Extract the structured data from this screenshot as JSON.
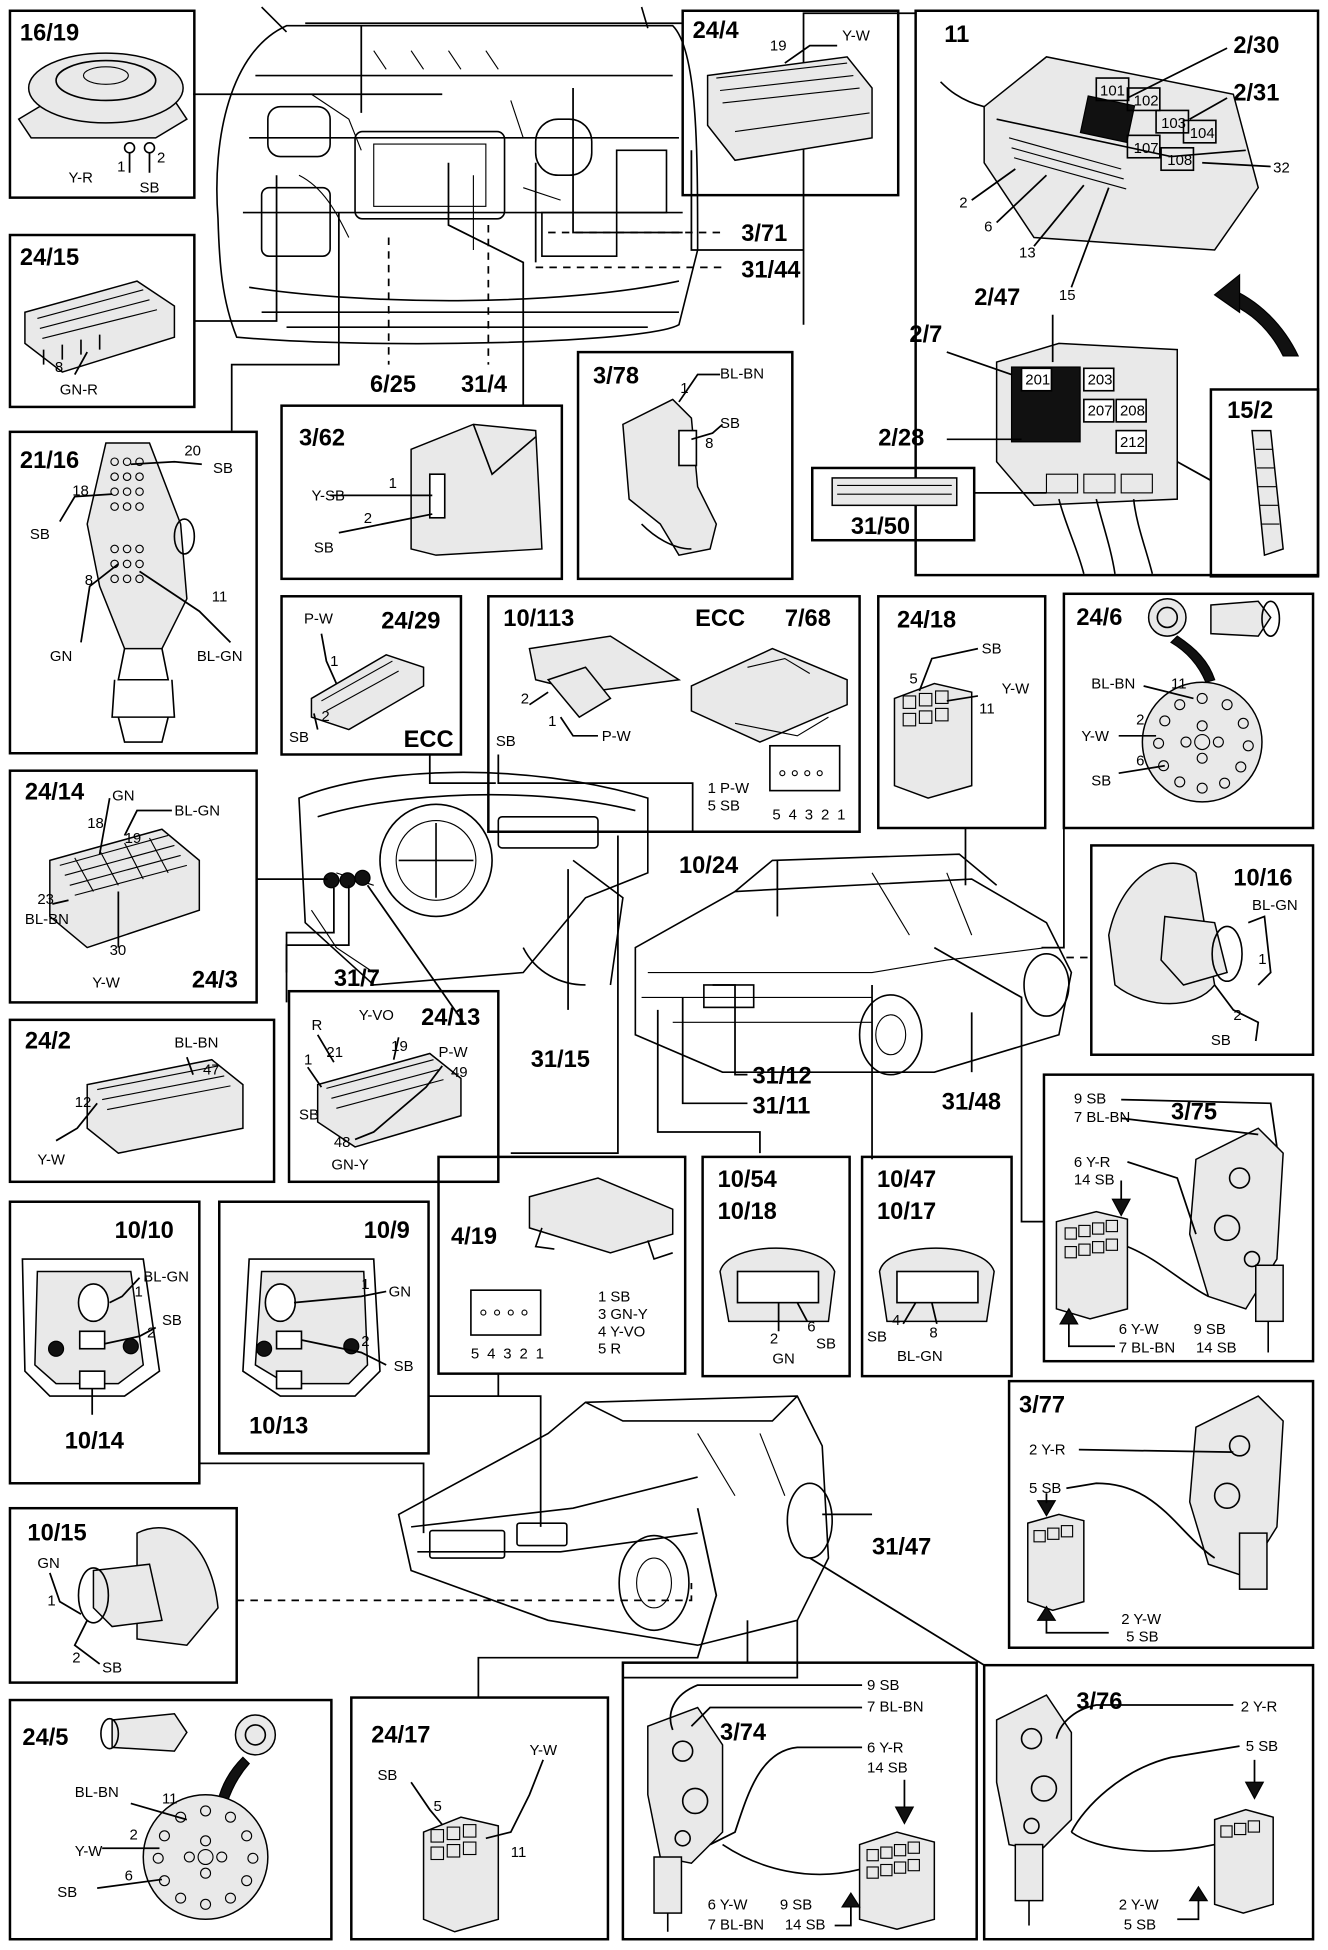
{
  "boxes": {
    "b16_19": {
      "title": "16/19",
      "pins": [
        "1",
        "2"
      ],
      "wires": [
        "Y-R",
        "SB"
      ]
    },
    "b24_4": {
      "title": "24/4",
      "pins": [
        "19"
      ],
      "wires": [
        "Y-W"
      ]
    },
    "b11": {
      "title": "11",
      "refs": [
        "2/30",
        "2/31",
        "2/47",
        "2/7",
        "2/28",
        "15/2",
        "31/50"
      ],
      "relays": [
        "101",
        "102",
        "103",
        "104",
        "107",
        "108",
        "201",
        "203",
        "207",
        "208",
        "212"
      ],
      "fuses": [
        "2",
        "6",
        "13",
        "15",
        "32"
      ]
    },
    "b24_15": {
      "title": "24/15",
      "pins": [
        "8"
      ],
      "wires": [
        "GN-R"
      ]
    },
    "b3_62": {
      "title": "3/62",
      "pins": [
        "1",
        "2"
      ],
      "wires": [
        "Y-SB",
        "SB"
      ]
    },
    "b3_78": {
      "title": "3/78",
      "pins": [
        "1",
        "8"
      ],
      "wires": [
        "BL-BN",
        "SB"
      ]
    },
    "b21_16": {
      "title": "21/16",
      "pins": [
        "20",
        "18",
        "8",
        "11"
      ],
      "wires": [
        "SB",
        "SB",
        "GN",
        "BL-GN"
      ]
    },
    "b24_29": {
      "title": "24/29",
      "pins": [
        "1",
        "2"
      ],
      "wires": [
        "P-W",
        "SB"
      ],
      "tag": "ECC"
    },
    "b10_113": {
      "title": "10/113",
      "title2": "ECC",
      "title3": "7/68",
      "pins": [
        "2",
        "1"
      ],
      "wires": [
        "SB",
        "P-W"
      ],
      "legend": [
        "1 P-W",
        "5 SB"
      ],
      "pinrow": [
        "5",
        "4",
        "3",
        "2",
        "1"
      ]
    },
    "b24_18": {
      "title": "24/18",
      "pins": [
        "5",
        "11"
      ],
      "wires": [
        "SB",
        "Y-W"
      ]
    },
    "b24_6": {
      "title": "24/6",
      "pins": [
        "11",
        "2",
        "6"
      ],
      "wires": [
        "BL-BN",
        "Y-W",
        "SB"
      ]
    },
    "b24_14": {
      "title": "24/14",
      "title2": "24/3",
      "pins": [
        "18",
        "19",
        "23",
        "30"
      ],
      "wires": [
        "GN",
        "BL-GN",
        "BL-BN",
        "Y-W"
      ]
    },
    "b10_16": {
      "title": "10/16",
      "pins": [
        "1",
        "2"
      ],
      "wires": [
        "BL-GN",
        "SB"
      ]
    },
    "b24_2": {
      "title": "24/2",
      "pins": [
        "47",
        "12"
      ],
      "wires": [
        "BL-BN",
        "Y-W"
      ]
    },
    "b24_13": {
      "title": "24/13",
      "pins": [
        "21",
        "19",
        "1",
        "49",
        "48"
      ],
      "wires": [
        "R",
        "Y-VO",
        "SB",
        "P-W",
        "GN-Y"
      ]
    },
    "b3_75": {
      "title": "3/75",
      "top": [
        "9 SB",
        "7 BL-BN",
        "6 Y-R",
        "14 SB"
      ],
      "bottom": [
        "6 Y-W",
        "9 SB",
        "7 BL-BN",
        "14 SB"
      ]
    },
    "b10_10": {
      "title": "10/10",
      "title2": "10/14",
      "pins": [
        "1",
        "2"
      ],
      "wires": [
        "BL-GN",
        "SB"
      ]
    },
    "b10_9": {
      "title": "10/9",
      "title2": "10/13",
      "pins": [
        "1",
        "2"
      ],
      "wires": [
        "GN",
        "SB"
      ]
    },
    "b4_19": {
      "title": "4/19",
      "legend": [
        "1 SB",
        "3 GN-Y",
        "4 Y-VO",
        "5 R"
      ],
      "pinrow": [
        "5",
        "4",
        "3",
        "2",
        "1"
      ]
    },
    "b10_54": {
      "title": "10/54",
      "title2": "10/18",
      "pins": [
        "2",
        "6"
      ],
      "wires": [
        "GN",
        "SB"
      ]
    },
    "b10_47": {
      "title": "10/47",
      "title2": "10/17",
      "pins": [
        "4",
        "8"
      ],
      "wires": [
        "SB",
        "BL-GN"
      ]
    },
    "b3_77": {
      "title": "3/77",
      "top": [
        "2 Y-R",
        "5 SB"
      ],
      "bottom": [
        "2 Y-W",
        "5 SB"
      ]
    },
    "b10_15": {
      "title": "10/15",
      "pins": [
        "1",
        "2"
      ],
      "wires": [
        "GN",
        "SB"
      ]
    },
    "b24_5": {
      "title": "24/5",
      "pins": [
        "11",
        "2",
        "6"
      ],
      "wires": [
        "BL-BN",
        "Y-W",
        "SB"
      ]
    },
    "b24_17": {
      "title": "24/17",
      "pins": [
        "5",
        "11"
      ],
      "wires": [
        "SB",
        "Y-W"
      ]
    },
    "b3_74": {
      "title": "3/74",
      "top": [
        "9 SB",
        "7 BL-BN",
        "6 Y-R",
        "14 SB"
      ],
      "bottom": [
        "6 Y-W",
        "9 SB",
        "7 BL-BN",
        "14 SB"
      ]
    },
    "b3_76": {
      "title": "3/76",
      "top": [
        "2 Y-R",
        "5 SB"
      ],
      "bottom": [
        "2 Y-W",
        "5 SB"
      ]
    }
  },
  "refs": {
    "r3_71": "3/71",
    "r31_44": "31/44",
    "r6_25": "6/25",
    "r31_4": "31/4",
    "r31_7": "31/7",
    "r31_15": "31/15",
    "r10_24": "10/24",
    "r31_12": "31/12",
    "r31_11": "31/11",
    "r31_48": "31/48",
    "r31_47": "31/47"
  }
}
